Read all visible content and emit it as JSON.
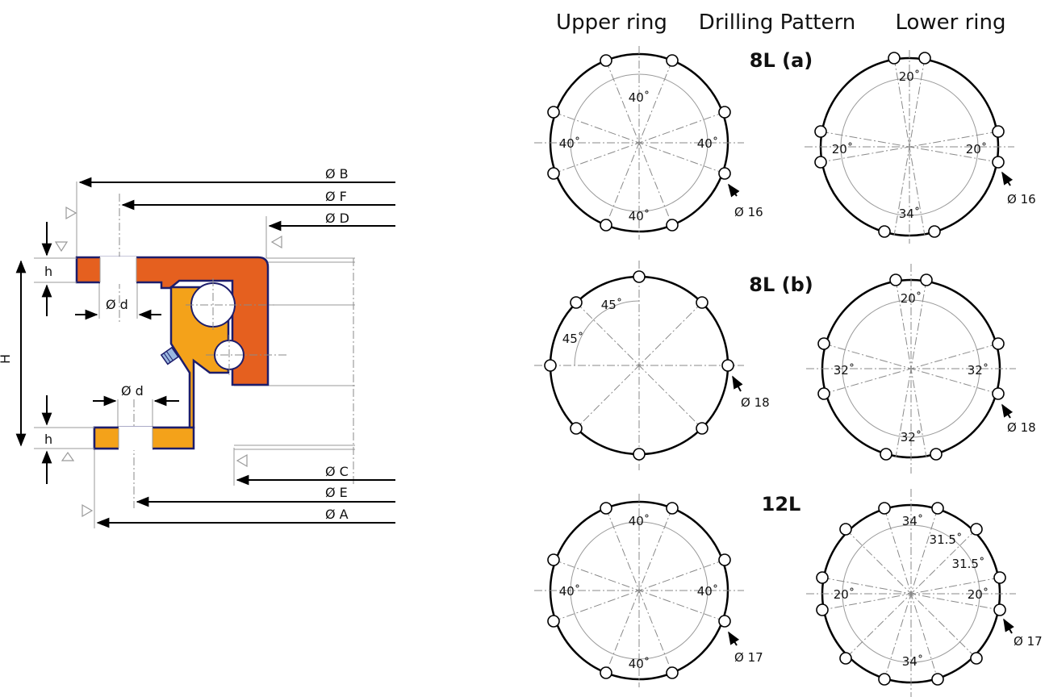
{
  "headers": {
    "upper_ring": "Upper ring",
    "drilling_pattern": "Drilling Pattern",
    "lower_ring": "Lower ring"
  },
  "cross_section": {
    "dimensions": {
      "B": "Ø B",
      "F": "Ø F",
      "D": "Ø D",
      "C": "Ø C",
      "E": "Ø E",
      "A": "Ø A",
      "h_top": "h",
      "h_bottom": "h",
      "H": "H",
      "d_top": "Ø d",
      "d_bottom": "Ø d"
    },
    "colors": {
      "outer_ring": "#e5601f",
      "inner_ring": "#f4a21a",
      "outline": "#1d1d6b"
    }
  },
  "patterns": [
    {
      "name": "8L (a)",
      "upper": {
        "angles": [
          "40˚",
          "40˚",
          "40˚",
          "40˚"
        ],
        "hole": "Ø 16"
      },
      "lower": {
        "angles": [
          "20˚",
          "20˚",
          "20˚",
          "34˚"
        ],
        "hole": "Ø 16"
      }
    },
    {
      "name": "8L (b)",
      "upper": {
        "angles": [
          "45˚",
          "45˚"
        ],
        "hole": "Ø 18"
      },
      "lower": {
        "angles": [
          "20˚",
          "32˚",
          "32˚",
          "32˚"
        ],
        "hole": "Ø 18"
      }
    },
    {
      "name": "12L",
      "upper": {
        "angles": [
          "40˚",
          "40˚",
          "40˚",
          "40˚"
        ],
        "hole": "Ø 17"
      },
      "lower": {
        "angles": [
          "34˚",
          "31.5˚",
          "31.5˚",
          "20˚",
          "20˚",
          "34˚"
        ],
        "hole": "Ø 17"
      }
    }
  ]
}
